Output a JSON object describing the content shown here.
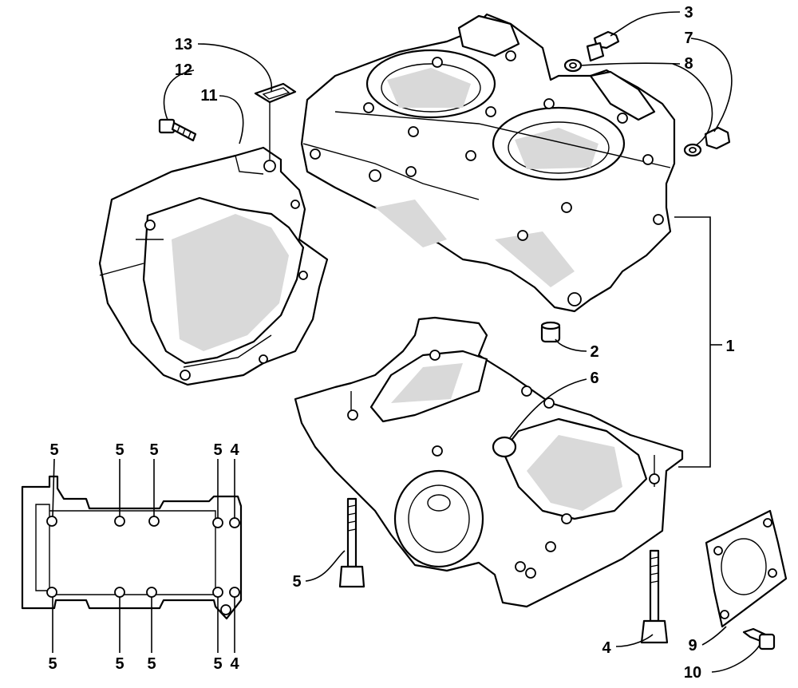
{
  "callouts": {
    "c1": "1",
    "c2": "2",
    "c3": "3",
    "c4a": "4",
    "c4b": "4",
    "c4c": "4",
    "c5_bolt": "5",
    "c5_t1": "5",
    "c5_t2": "5",
    "c5_t3": "5",
    "c5_t4": "5",
    "c5_b1": "5",
    "c5_b2": "5",
    "c5_b3": "5",
    "c5_b4": "5",
    "c6": "6",
    "c7": "7",
    "c8": "8",
    "c9": "9",
    "c10": "10",
    "c11": "11",
    "c12": "12",
    "c13": "13"
  }
}
